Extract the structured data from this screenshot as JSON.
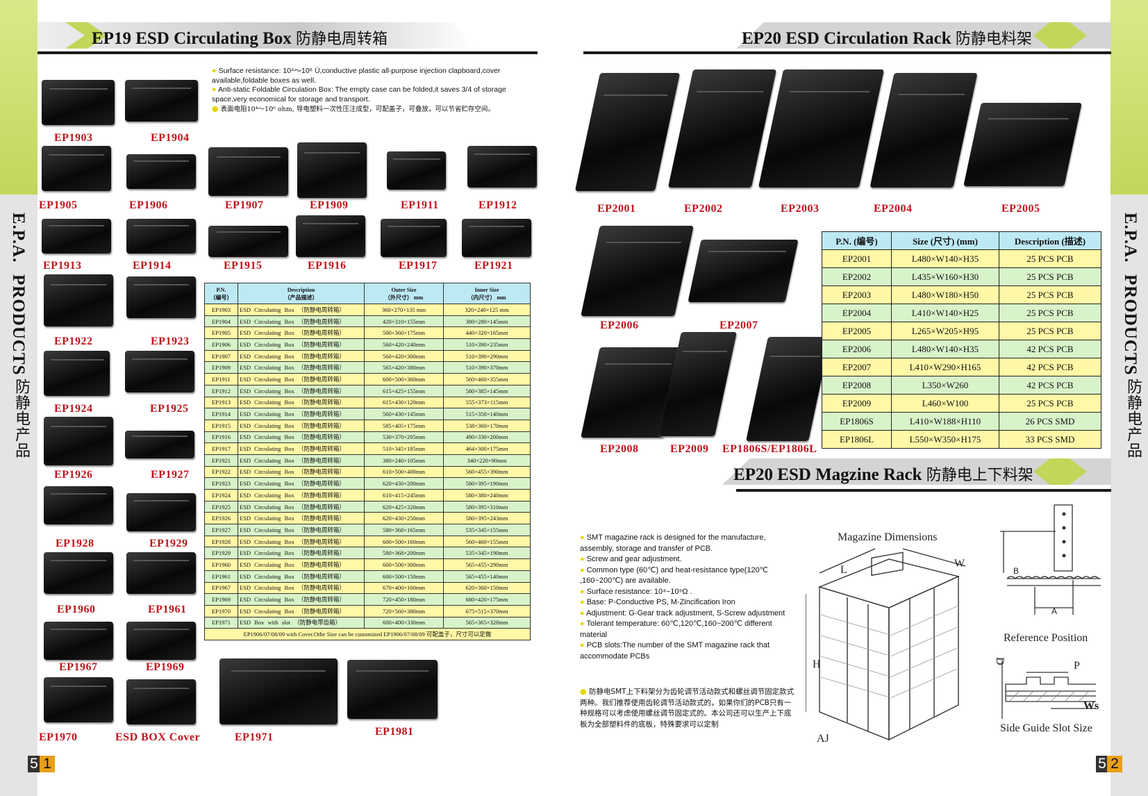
{
  "side": {
    "epa": "E.P.A.",
    "products": "PRODUCTS",
    "cn": "防静电产品"
  },
  "left_title": {
    "en": "EP19 ESD Circulating Box",
    "cn": "防静电周转箱"
  },
  "right_title": {
    "en": "EP20  ESD Circulation Rack",
    "cn": "防静电料架"
  },
  "mag_title": {
    "en": "EP20  ESD Magzine Rack",
    "cn": "防静电上下料架"
  },
  "left_notes": [
    "Surface resistance: 10⁴～10⁶ Ù,conductive plastic all-purpose injection clapboard,cover available,foldable boxes as well.",
    "Anti-static Foldable  Circulation Box: The empty case can be folded,it saves 3/4 of storage space,very economical for storage and transport.",
    "表面电阻10⁴～10⁶ ohm, 导电塑料一次性压注成型，可配盖子，可叠放，可以节省贮存空间。"
  ],
  "left_labels": [
    "EP1903",
    "EP1904",
    "EP1905",
    "EP1906",
    "EP1907",
    "EP1909",
    "EP1911",
    "EP1912",
    "EP1913",
    "EP1914",
    "EP1915",
    "EP1916",
    "EP1917",
    "EP1921",
    "EP1922",
    "EP1923",
    "EP1924",
    "EP1925",
    "EP1926",
    "EP1927",
    "EP1928",
    "EP1929",
    "EP1960",
    "EP1961",
    "EP1967",
    "EP1969",
    "EP1970",
    "ESD BOX Cover",
    "EP1971",
    "EP1981"
  ],
  "t1": {
    "headers": [
      [
        "P.N.",
        "（编号）"
      ],
      [
        "Description",
        "（产品描述）"
      ],
      [
        "Outer Size",
        "（外尺寸） mm"
      ],
      [
        "Inner Size",
        "（内尺寸） mm"
      ]
    ],
    "rows": [
      [
        "EP1903",
        "ESD  Circulating  Box  （防静电周转箱）",
        "360×270×135 mm",
        "320×240×125 mm"
      ],
      [
        "EP1904",
        "ESD  Circulating  Box  （防静电周转箱）",
        "420×310×155mm",
        "380×280×145mm"
      ],
      [
        "EP1905",
        "ESD  Circulating  Box  （防静电周转箱）",
        "500×360×175mm",
        "440×320×165mm"
      ],
      [
        "EP1906",
        "ESD  Circulating  Box  （防静电周转箱）",
        "560×420×240mm",
        "510×390×235mm"
      ],
      [
        "EP1907",
        "ESD  Circulating  Box  （防静电周转箱）",
        "560×420×300mm",
        "510×390×290mm"
      ],
      [
        "EP1909",
        "ESD  Circulating  Box  （防静电周转箱）",
        "565×420×380mm",
        "510×390×370mm"
      ],
      [
        "EP1911",
        "ESD  Circulating  Box  （防静电周转箱）",
        "600×500×360mm",
        "560×460×355mm"
      ],
      [
        "EP1912",
        "ESD  Circulating  Box  （防静电周转箱）",
        "615×425×155mm",
        "580×385×145mm"
      ],
      [
        "EP1913",
        "ESD  Circulating  Box  （防静电周转箱）",
        "615×430×120mm",
        "555×373×115mm"
      ],
      [
        "EP1914",
        "ESD  Circulating  Box  （防静电周转箱）",
        "560×430×145mm",
        "515×350×140mm"
      ],
      [
        "EP1915",
        "ESD  Circulating  Box  （防静电周转箱）",
        "585×405×175mm",
        "538×360×170mm"
      ],
      [
        "EP1916",
        "ESD  Circulating  Box  （防静电周转箱）",
        "530×370×205mm",
        "490×330×200mm"
      ],
      [
        "EP1917",
        "ESD  Circulating  Box  （防静电周转箱）",
        "510×345×185mm",
        "464×300×175mm"
      ],
      [
        "EP1921",
        "ESD  Circulating  Box  （防静电周转箱）",
        "380×240×105mm",
        "340×220×90mm"
      ],
      [
        "EP1922",
        "ESD  Circulating  Box  （防静电周转箱）",
        "610×500×400mm",
        "560×455×390mm"
      ],
      [
        "EP1923",
        "ESD  Circulating  Box  （防静电周转箱）",
        "620×430×200mm",
        "580×395×190mm"
      ],
      [
        "EP1924",
        "ESD  Circulating  Box  （防静电周转箱）",
        "610×415×245mm",
        "580×380×240mm"
      ],
      [
        "EP1925",
        "ESD  Circulating  Box  （防静电周转箱）",
        "620×425×320mm",
        "580×395×310mm"
      ],
      [
        "EP1926",
        "ESD  Circulating  Box  （防静电周转箱）",
        "620×430×250mm",
        "580×395×243mm"
      ],
      [
        "EP1927",
        "ESD  Circulating  Box  （防静电周转箱）",
        "580×368×165mm",
        "535×345×155mm"
      ],
      [
        "EP1928",
        "ESD  Circulating  Box  （防静电周转箱）",
        "600×500×160mm",
        "560×460×155mm"
      ],
      [
        "EP1929",
        "ESD  Circulating  Box  （防静电周转箱）",
        "580×368×200mm",
        "535×345×190mm"
      ],
      [
        "EP1960",
        "ESD  Circulating  Box  （防静电周转箱）",
        "600×500×300mm",
        "565×455×290mm"
      ],
      [
        "EP1961",
        "ESD  Circulating  Box  （防静电周转箱）",
        "600×500×150mm",
        "565×455×140mm"
      ],
      [
        "EP1967",
        "ESD  Circulating  Box  （防静电周转箱）",
        "670×400×160mm",
        "620×360×150mm"
      ],
      [
        "EP1969",
        "ESD  Circulating  Box  （防静电周转箱）",
        "720×450×180mm",
        "680×420×175mm"
      ],
      [
        "EP1970",
        "ESD  Circulating  Box  （防静电周转箱）",
        "720×560×380mm",
        "675×515×370mm"
      ],
      [
        "EP1971",
        "ESD  Box with slot  （防静电带齿箱）",
        "600×400×330mm",
        "565×365×328mm"
      ]
    ],
    "footer": "EP1906/07/08/09 with Cover.Othe Size can be customized   EP1906/07/08/09 可配盖子，尺寸可以定做"
  },
  "right_labels": [
    "EP2001",
    "EP2002",
    "EP2003",
    "EP2004",
    "EP2005",
    "EP2006",
    "EP2007",
    "EP2008",
    "EP2009",
    "EP1806S/EP1806L"
  ],
  "t2": {
    "headers": [
      "P.N. (编号)",
      "Size (尺寸) (mm)",
      "Description (描述)"
    ],
    "rows": [
      [
        "EP2001",
        "L480×W140×H35",
        "25 PCS PCB"
      ],
      [
        "EP2002",
        "L435×W160×H30",
        "25 PCS PCB"
      ],
      [
        "EP2003",
        "L480×W180×H50",
        "25 PCS PCB"
      ],
      [
        "EP2004",
        "L410×W140×H25",
        "25 PCS PCB"
      ],
      [
        "EP2005",
        "L265×W205×H95",
        "25 PCS PCB"
      ],
      [
        "EP2006",
        "L480×W140×H35",
        "42 PCS PCB"
      ],
      [
        "EP2007",
        "L410×W290×H165",
        "42 PCS PCB"
      ],
      [
        "EP2008",
        "L350×W260",
        "42 PCS PCB"
      ],
      [
        "EP2009",
        "L460×W100",
        "25 PCS PCB"
      ],
      [
        "EP1806S",
        "L410×W188×H110",
        "26 PCS SMD"
      ],
      [
        "EP1806L",
        "L550×W350×H175",
        "33 PCS SMD"
      ]
    ]
  },
  "mag_notes": [
    "SMT magazine rack is designed for the manufacture, assembly, storage and transfer of PCB.",
    "Screw and gear adjustment.",
    "Common type (60℃) and heat-resistance type(120℃ ,160~200℃) are available.",
    "Surface resistance: 10⁴~10⁹Ω .",
    "Base: P-Conductive PS, M-Zincification Iron",
    "Adjustment: G-Gear track adjustment, S-Screw adjustment",
    "Tolerant temperature: 60℃,120℃,160~200℃ different material",
    "PCB slots:The number of the SMT magazine rack that accommodate PCBs"
  ],
  "mag_cn": "防静电SMT上下料架分为齿轮调节活动款式和螺丝调节固定款式两种。我们推荐使用齿轮调节活动款式的，如果你们的PCB只有一种规格可以考虑使用螺丝调节固定式的。本公司还可以生产上下底板为全部塑料件的底板，特殊要求可以定制",
  "diagram": {
    "mag_dims": "Magazine Dimensions",
    "L": "L",
    "W": "W",
    "H": "H",
    "AJ": "AJ",
    "ref": "Reference Position",
    "B": "B",
    "A": "A",
    "slot": "Side Guide Slot Size",
    "D": "D",
    "P": "P",
    "Ws": "Ws"
  },
  "pages": {
    "left_tens": "5",
    "left_ones": "1",
    "right_tens": "5",
    "right_ones": "2"
  },
  "colors": {
    "accent_green": "#c3d65a",
    "label_red": "#c0141c",
    "table_head": "#bde9f4",
    "table_yellow": "#fff8a6",
    "table_green": "#d8f3c9"
  }
}
